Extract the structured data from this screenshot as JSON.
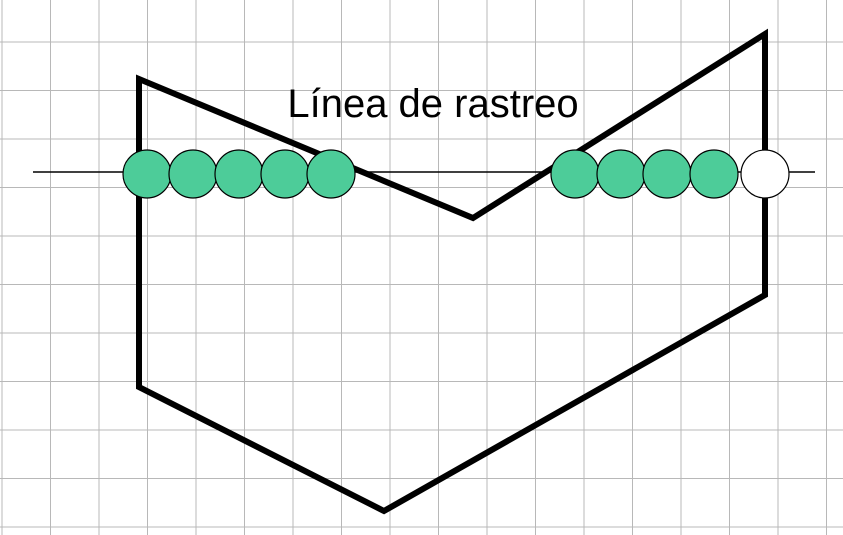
{
  "diagram": {
    "label": "Línea de rastreo",
    "colors": {
      "background": "#ffffff",
      "grid": "#b8b8b8",
      "outline": "#000000",
      "filled_pixel": "#4dcc99",
      "unfilled_pixel": "#ffffff"
    },
    "pixels": [
      {
        "state": "filled"
      },
      {
        "state": "filled"
      },
      {
        "state": "filled"
      },
      {
        "state": "filled"
      },
      {
        "state": "filled"
      },
      {
        "state": "filled"
      },
      {
        "state": "filled"
      },
      {
        "state": "filled"
      },
      {
        "state": "filled"
      },
      {
        "state": "unfilled"
      }
    ]
  }
}
